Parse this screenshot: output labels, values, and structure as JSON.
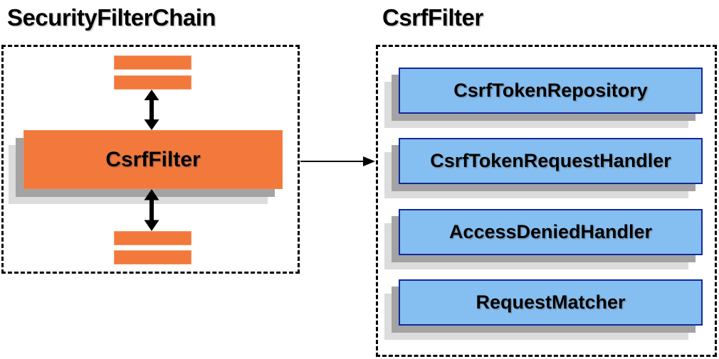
{
  "left_panel": {
    "title": "SecurityFilterChain",
    "filter_label": "CsrfFilter"
  },
  "right_panel": {
    "title": "CsrfFilter",
    "components": [
      {
        "label": "CsrfTokenRepository"
      },
      {
        "label": "CsrfTokenRequestHandler"
      },
      {
        "label": "AccessDeniedHandler"
      },
      {
        "label": "RequestMatcher"
      }
    ]
  },
  "icons": {
    "vertical_arrow": "bidirectional-arrow-icon",
    "flow_arrow": "right-arrow-icon"
  },
  "colors": {
    "filter_orange_fill": "#F2783C",
    "component_blue_fill": "#85BEF0",
    "component_blue_border": "#14289A",
    "shadow_dark": "#A3A3A3",
    "shadow_light": "#DCDCDC",
    "dashed_border": "#000000",
    "arrow": "#000000",
    "text": "#000000"
  }
}
